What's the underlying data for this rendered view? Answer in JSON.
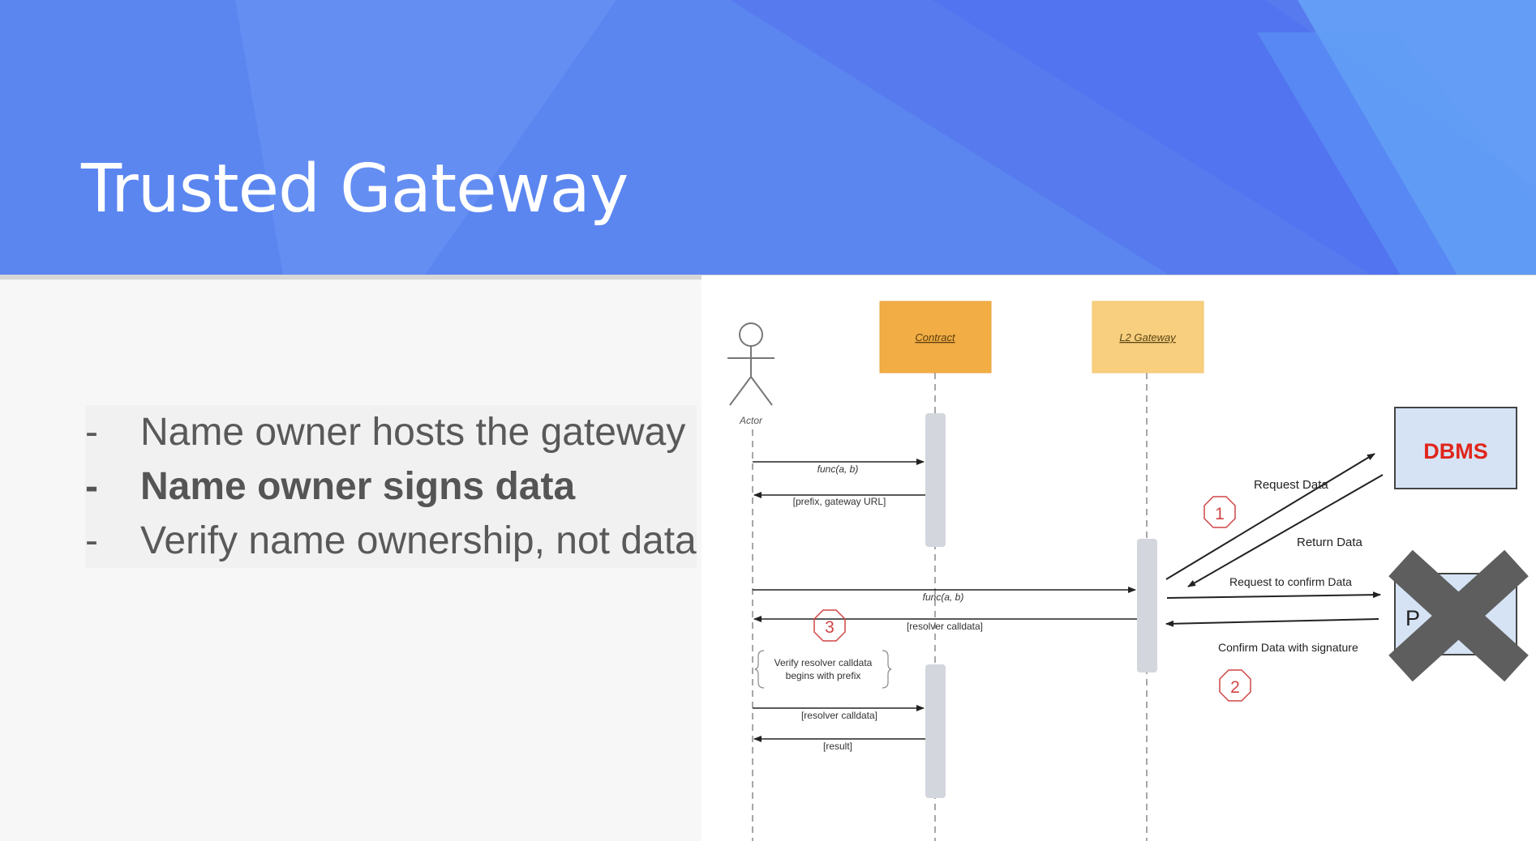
{
  "slide": {
    "title": "Trusted Gateway",
    "bullets": [
      {
        "marker": "-",
        "text": "Name owner hosts the gateway",
        "bold": false
      },
      {
        "marker": "-",
        "text": "Name owner signs data",
        "bold": true
      },
      {
        "marker": "-",
        "text": "Verify name ownership, not data",
        "bold": false
      }
    ]
  },
  "colors": {
    "header_blue": "#5b86f0",
    "contract_box": "#f2ad45",
    "gateway_box": "#f8cf7e",
    "activation_bar": "#d3d6dd",
    "dbms_box": "#d6e3f5",
    "dbms_text": "#e0251b",
    "cross": "#5e5e5e",
    "step_marker": "#d04545"
  },
  "diagram": {
    "actor_label": "Actor",
    "contract_label": "Contract",
    "gateway_label": "L2 Gateway",
    "dbms_label": "DBMS",
    "hidden_box_fragment": "P",
    "messages": {
      "m1": "func(a, b)",
      "m2": "[prefix, gateway URL]",
      "m3": "func(a, b)",
      "m4": "[resolver calldata]",
      "m5": "[resolver calldata]",
      "m6": "[result]",
      "note_line1": "Verify resolver calldata",
      "note_line2": "begins with prefix",
      "request_data": "Request Data",
      "return_data": "Return Data",
      "request_confirm": "Request to confirm Data",
      "confirm_signature": "Confirm Data with signature"
    },
    "steps": [
      "1",
      "2",
      "3"
    ]
  }
}
